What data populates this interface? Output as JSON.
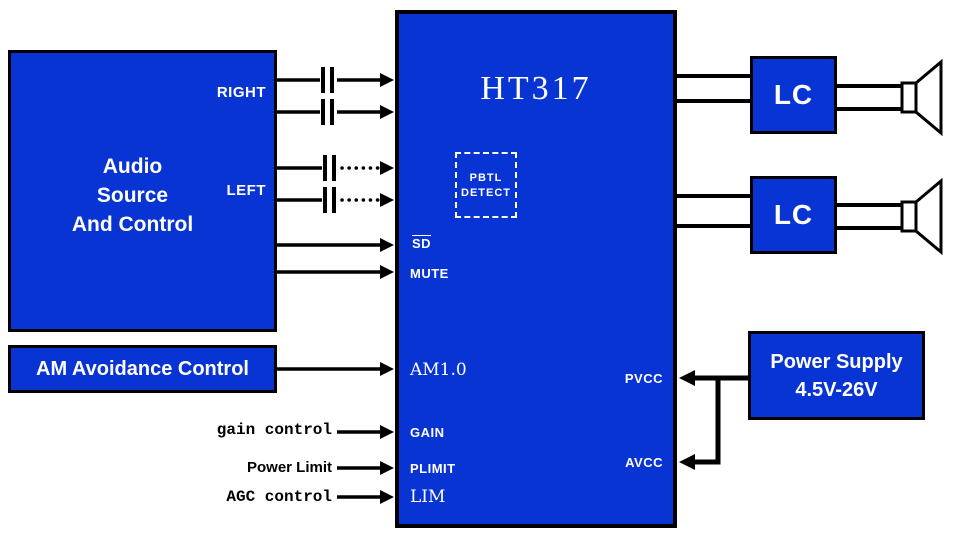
{
  "colors": {
    "block_blue": "#0834d4",
    "wire_black": "#000000",
    "label_white": "#ffffff"
  },
  "blocks": {
    "audio_source": {
      "line1": "Audio",
      "line2": "Source",
      "line3": "And Control",
      "right_label": "RIGHT",
      "left_label": "LEFT"
    },
    "am_avoidance": {
      "label": "AM Avoidance Control"
    },
    "ht317": {
      "title": "HT317",
      "pbtl_line1": "PBTL",
      "pbtl_line2": "DETECT",
      "pins": {
        "sd": "SD",
        "mute": "MUTE",
        "am": "AM1.0",
        "gain": "GAIN",
        "plimit": "PLIMIT",
        "lim": "LIM",
        "pvcc": "PVCC",
        "avcc": "AVCC"
      }
    },
    "lc1": {
      "label": "LC"
    },
    "lc2": {
      "label": "LC"
    },
    "power_supply": {
      "line1": "Power Supply",
      "line2": "4.5V-26V"
    }
  },
  "external_labels": {
    "gain": "gain control",
    "power_limit": "Power Limit",
    "agc": "AGC control"
  },
  "icons": {
    "speaker": "speaker-icon: rectangle + horn polygon",
    "capacitor": "capacitor-icon: two parallel vertical bars",
    "arrowhead": "arrowhead-icon: solid black triangle"
  }
}
